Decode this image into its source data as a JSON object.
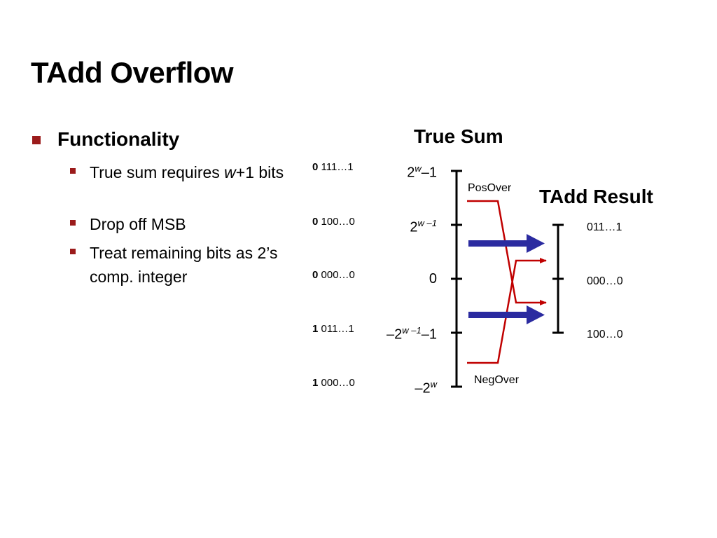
{
  "slide": {
    "title": "TAdd Overflow",
    "bullet": "Functionality",
    "sub_bullets": [
      {
        "pre": "True sum requires ",
        "var": "w",
        "post": "+1 bits"
      },
      {
        "text": "Drop off MSB"
      },
      {
        "text": "Treat remaining bits as 2’s comp. integer"
      }
    ]
  },
  "diagram": {
    "true_sum_title": "True Sum",
    "tadd_result_title": "TAdd Result",
    "bit_patterns": [
      {
        "msb": "0",
        "rest": " 111…1"
      },
      {
        "msb": "0",
        "rest": " 100…0"
      },
      {
        "msb": "0",
        "rest": " 000…0"
      },
      {
        "msb": "1",
        "rest": " 011…1"
      },
      {
        "msb": "1",
        "rest": " 000…0"
      }
    ],
    "true_sum_labels": {
      "l0_base": "2",
      "l0_exp": "w",
      "l0_tail": "–1",
      "l1_base": "2",
      "l1_exp": "w –1",
      "l2": "0",
      "l3_base": "–2",
      "l3_exp": "w –1",
      "l3_tail": "–1",
      "l4_base": "–2",
      "l4_exp": "w"
    },
    "result_labels": [
      "011…1",
      "000…0",
      "100…0"
    ],
    "pos_over": "PosOver",
    "neg_over": "NegOver",
    "colors": {
      "bullet": "#9b1b1b",
      "overflow_line": "#c00000",
      "arrow": "#2b2ba0"
    }
  }
}
